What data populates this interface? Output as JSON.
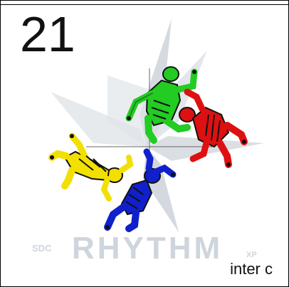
{
  "card": {
    "number": "21",
    "caption": "inter c",
    "corner_text": "",
    "watermark": {
      "small_prefix": "SDC",
      "brand": "RHYTHM",
      "suffix": "XP"
    }
  },
  "figures": [
    {
      "name": "green-skydiver",
      "color": "#22cc22"
    },
    {
      "name": "red-skydiver",
      "color": "#dd1111"
    },
    {
      "name": "yellow-skydiver",
      "color": "#f2e000"
    },
    {
      "name": "blue-skydiver",
      "color": "#1020cc"
    }
  ],
  "icons": [
    "crosshair-icon",
    "compass-star-watermark-icon"
  ]
}
